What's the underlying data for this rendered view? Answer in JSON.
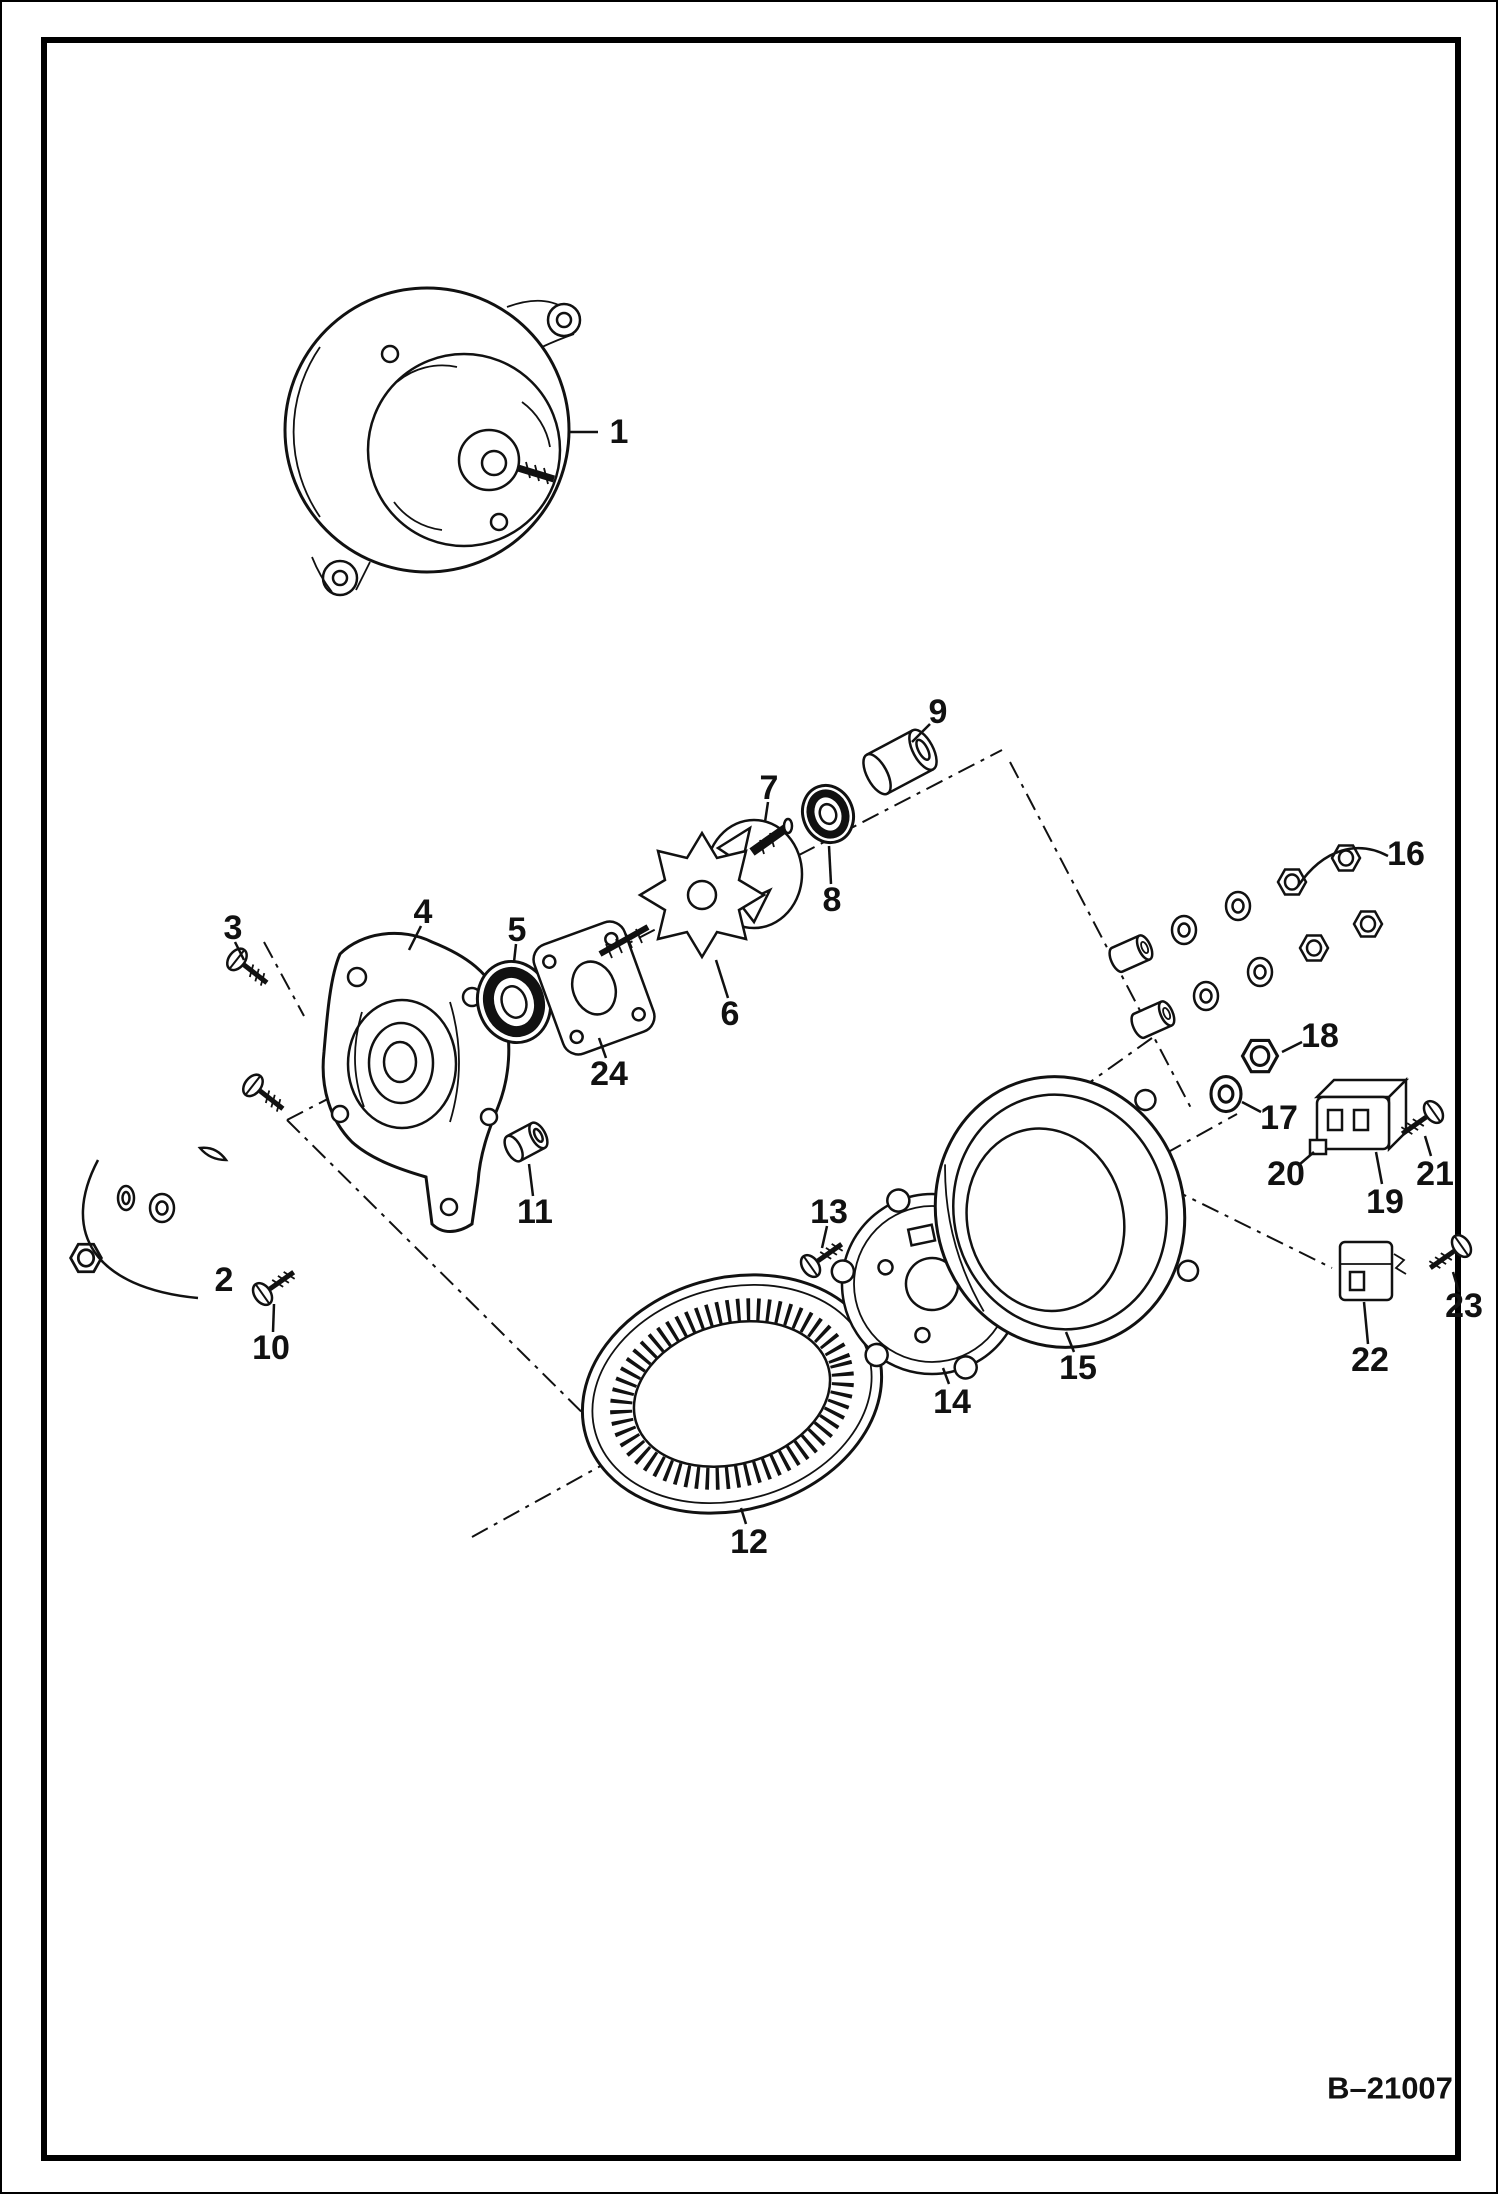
{
  "figure": {
    "code": "B–21007",
    "callouts": {
      "c1": "1",
      "c2": "2",
      "c3": "3",
      "c4": "4",
      "c5": "5",
      "c6": "6",
      "c7": "7",
      "c8": "8",
      "c9": "9",
      "c10": "10",
      "c11": "11",
      "c12": "12",
      "c13": "13",
      "c14": "14",
      "c15": "15",
      "c16": "16",
      "c17": "17",
      "c18": "18",
      "c19": "19",
      "c20": "20",
      "c21": "21",
      "c22": "22",
      "c23": "23",
      "c24": "24"
    }
  }
}
